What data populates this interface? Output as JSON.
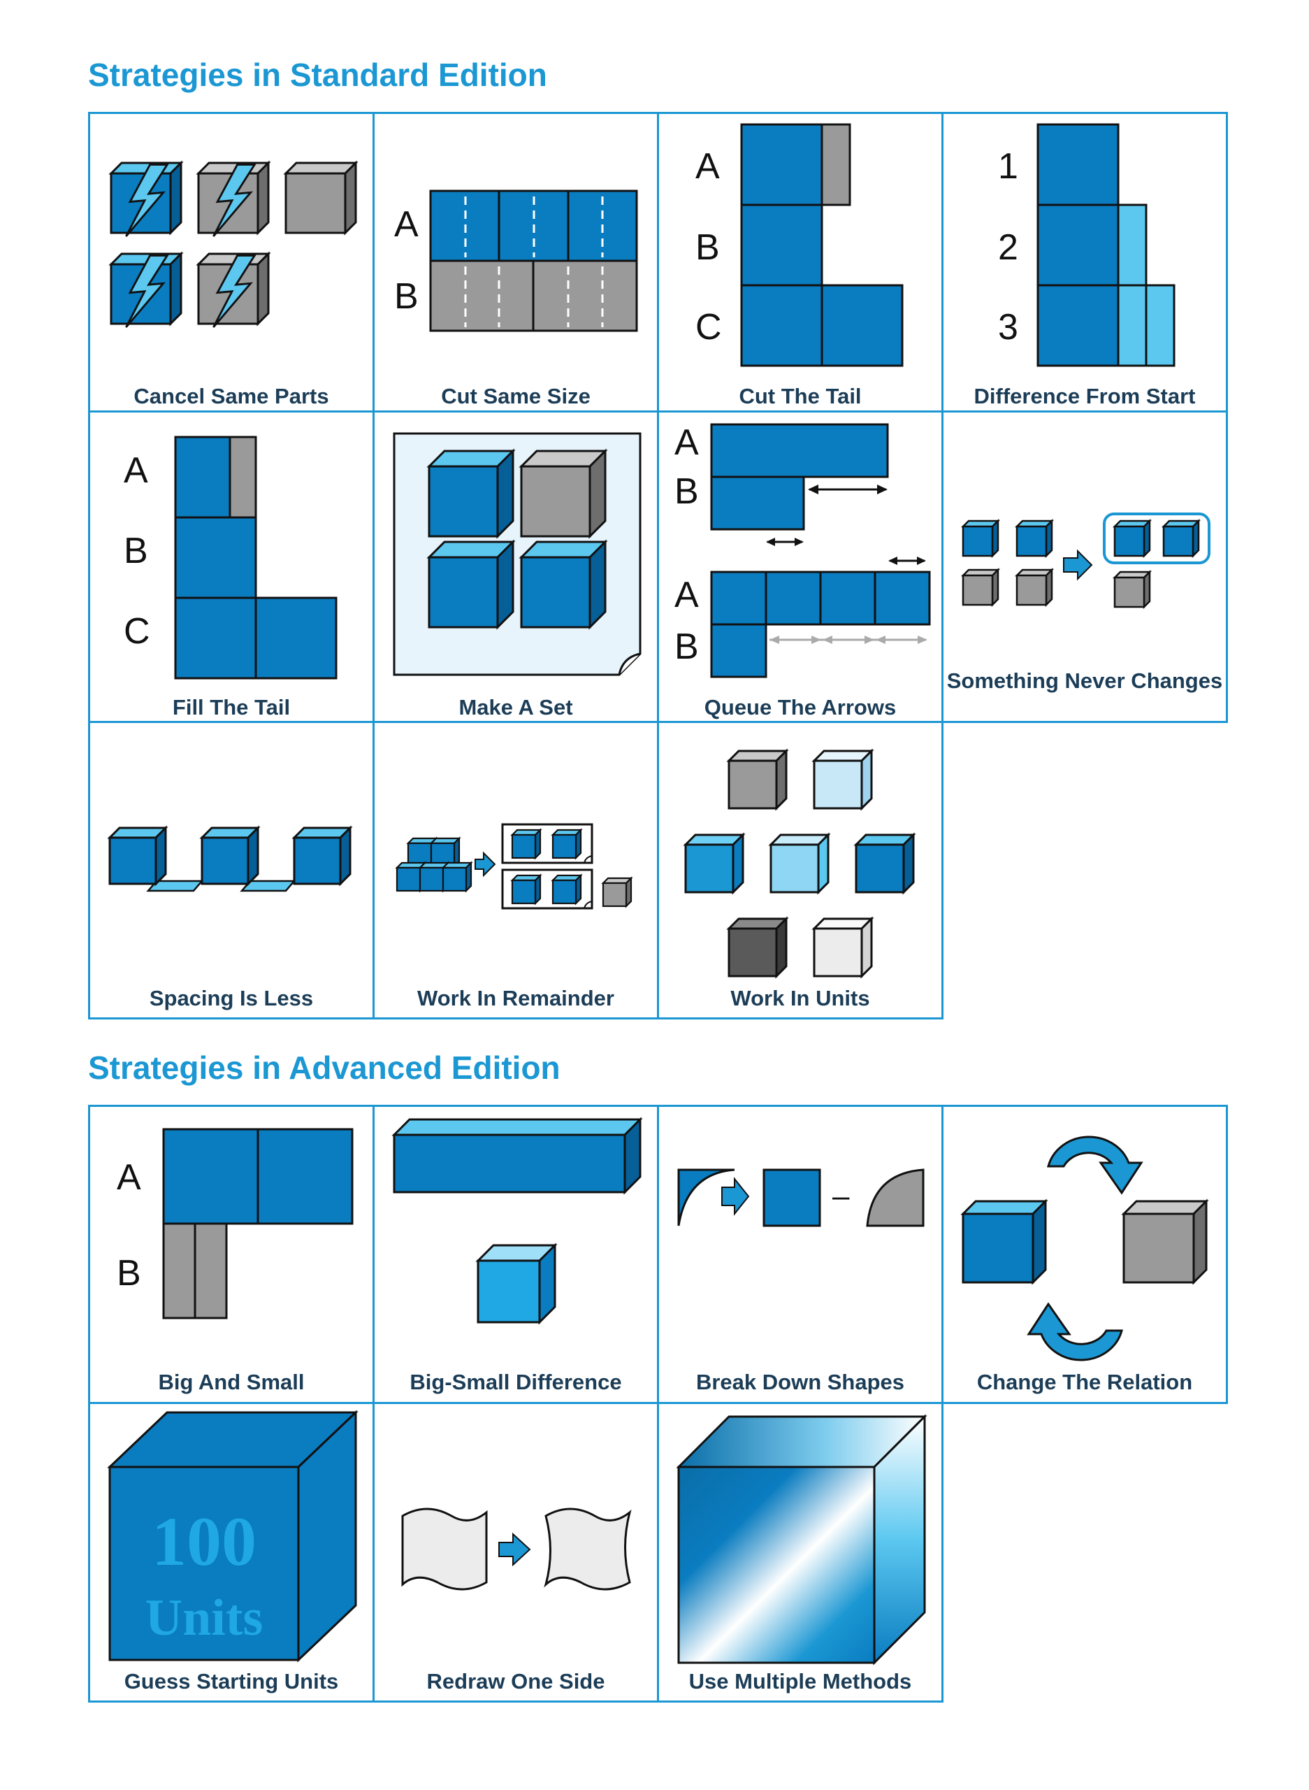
{
  "colors": {
    "accent": "#1b97d3",
    "blue": "#0a7cc0",
    "gray": "#9a9a9a",
    "light_blue": "#5cc8f0",
    "dark_text": "#1c3d57"
  },
  "standard": {
    "heading": "Strategies in Standard Edition",
    "cells": [
      {
        "label": "Cancel Same Parts"
      },
      {
        "label": "Cut Same Size"
      },
      {
        "label": "Cut The Tail"
      },
      {
        "label": "Difference From Start"
      },
      {
        "label": "Fill The Tail"
      },
      {
        "label": "Make A Set"
      },
      {
        "label": "Queue The Arrows"
      },
      {
        "label": "Something Never Changes"
      },
      {
        "label": "Spacing Is Less"
      },
      {
        "label": "Work In Remainder"
      },
      {
        "label": "Work In Units"
      }
    ]
  },
  "advanced": {
    "heading": "Strategies in Advanced Edition",
    "cells": [
      {
        "label": "Big And Small"
      },
      {
        "label": "Big-Small Difference"
      },
      {
        "label": "Break Down Shapes"
      },
      {
        "label": "Change The Relation"
      },
      {
        "label": "Guess Starting Units"
      },
      {
        "label": "Redraw One Side"
      },
      {
        "label": "Use Multiple Methods"
      }
    ]
  },
  "diagram_letters": {
    "a": "A",
    "b": "B",
    "c": "C",
    "one": "1",
    "two": "2",
    "three": "3",
    "minus": "–",
    "units_number": "100",
    "units_word": "Units"
  }
}
